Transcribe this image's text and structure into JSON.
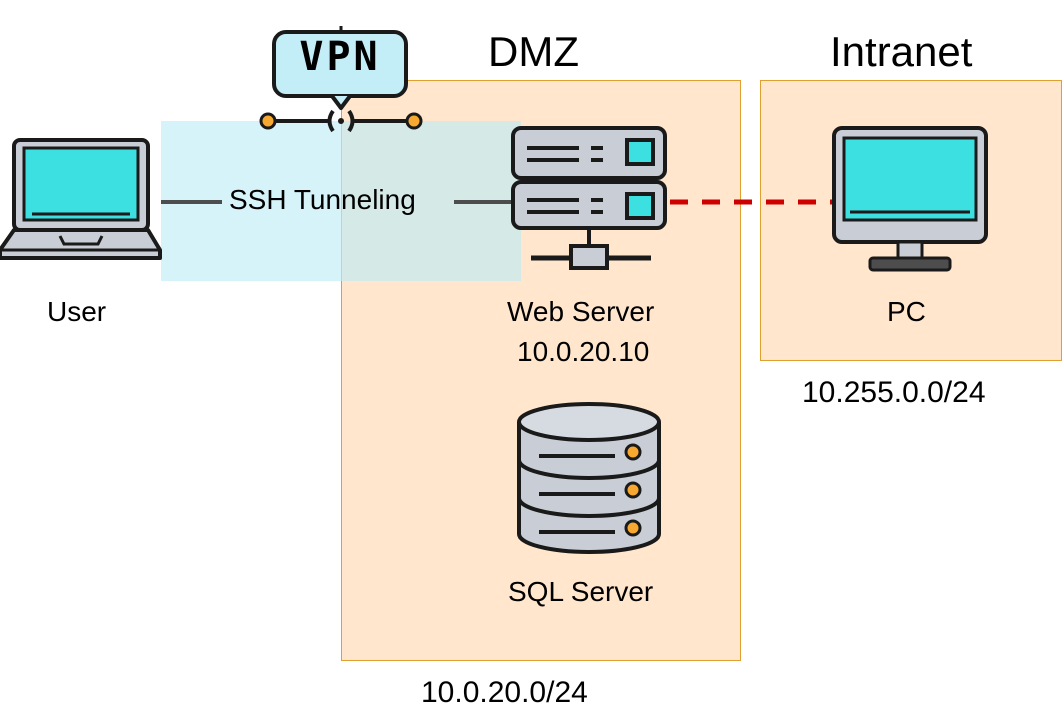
{
  "zones": {
    "dmz": {
      "title": "DMZ",
      "subnet": "10.0.20.0/24"
    },
    "intranet": {
      "title": "Intranet",
      "subnet": "10.255.0.0/24"
    }
  },
  "nodes": {
    "user": {
      "label": "User"
    },
    "web_server": {
      "label": "Web Server",
      "ip": "10.0.20.10"
    },
    "pc": {
      "label": "PC"
    },
    "sql_server": {
      "label": "SQL Server"
    }
  },
  "tunnel": {
    "label": "SSH Tunneling",
    "badge": "VPN"
  },
  "colors": {
    "zone_fill": "#ffe6cc",
    "zone_border": "#e0a030",
    "tunnel_fill": "#cdeff7",
    "screen": "#3ce0e0",
    "device_body": "#c9ced6",
    "outline": "#1a1a1a",
    "link_dashed": "#cc0000",
    "link_solid": "#4d4d4d",
    "accent_dot": "#f7a830"
  }
}
